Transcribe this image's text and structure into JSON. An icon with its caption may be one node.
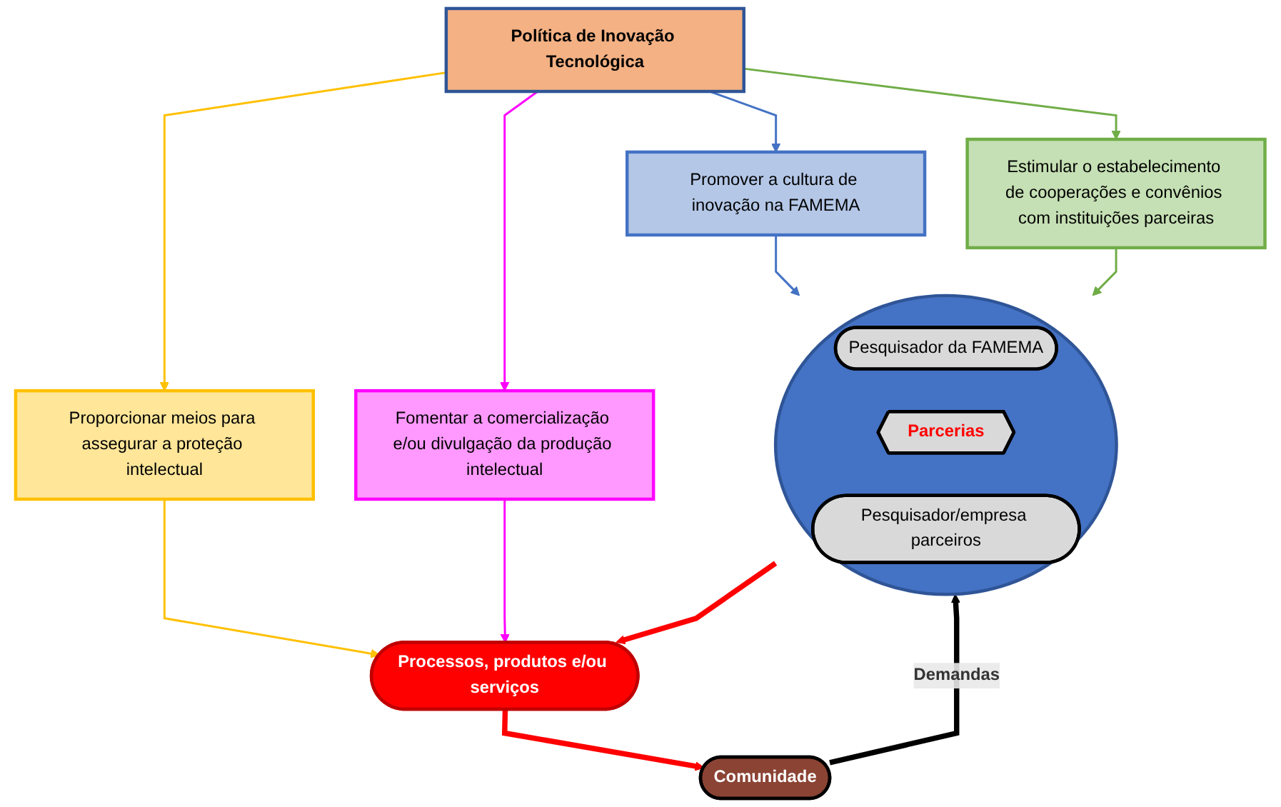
{
  "diagram": {
    "nodes": [
      {
        "text": [
          "Política de Inovação Tecnológica"
        ]
      },
      {
        "text": [
          "Promover a cultura de inovação na FAMEMA"
        ]
      },
      {
        "text": [
          "Fomentar a comercialização e/ou divulgação da produção intelectual"
        ]
      },
      {
        "text": [
          "Estimular o estabelecimento de cooperações e convênios com instituições parceiras"
        ]
      },
      {
        "text": [
          "Proporcionar meios para assegurar a proteção intelectual"
        ]
      },
      {
        "text": [],
        "shape": "ellipse"
      },
      {
        "text": [
          "Pesquisador da FAMEMA"
        ],
        "in": 5
      },
      {
        "text": [
          "Parcerias"
        ],
        "in": 5
      },
      {
        "text": [
          "Pesquisador/empresa parceiros"
        ],
        "in": 5
      },
      {
        "text": [
          "Processos, produtos e/ou serviços"
        ]
      },
      {
        "text": [
          "Comunidade"
        ]
      }
    ],
    "edges": [
      {
        "from": 0,
        "to": 1,
        "arrow": "to",
        "color": "#4472c4"
      },
      {
        "from": 0,
        "to": 3,
        "arrow": "to",
        "color": "#70ad47"
      },
      {
        "from": 0,
        "to": 4,
        "arrow": "to",
        "color": "#ffc000"
      },
      {
        "from": 0,
        "to": 2,
        "arrow": "to",
        "color": "#ff00ff"
      },
      {
        "from": 1,
        "to": 5,
        "arrow": "to",
        "color": "#4472c4"
      },
      {
        "from": 3,
        "to": 5,
        "arrow": "to",
        "color": "#70ad47"
      },
      {
        "from": 4,
        "to": 9,
        "arrow": "to",
        "color": "#ffc000"
      },
      {
        "from": 2,
        "to": 9,
        "arrow": "to",
        "color": "#ff00ff"
      },
      {
        "from": 5,
        "to": 9,
        "arrow": "to",
        "style": "thick",
        "color": "#ff0000"
      },
      {
        "from": 9,
        "to": 10,
        "arrow": "to",
        "style": "thick",
        "color": "#ff0000"
      },
      {
        "from": 10,
        "to": 5,
        "arrow": "to",
        "label": "Demandas",
        "style": "thick",
        "color": "#000000"
      }
    ]
  }
}
